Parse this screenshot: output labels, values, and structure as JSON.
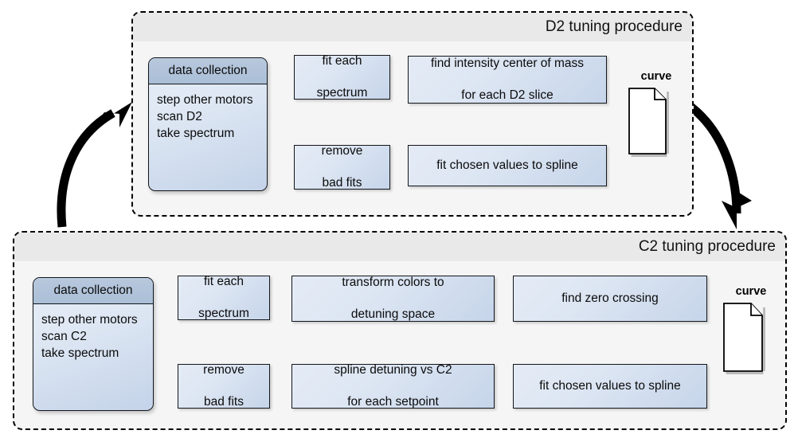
{
  "figure": {
    "type": "flowchart",
    "title": "Tuning procedures flow diagram",
    "colors": {
      "panel_background": "#f5f5f5",
      "panel_titlebar": "#e9e9e9",
      "panel_border": "#000000",
      "box_fill_light": "#e4ebf6",
      "box_fill_dark": "#c6d5ea",
      "box_border": "#13161a",
      "header_fill": "#aabfd7",
      "arrow": "#000000",
      "document_fill": "#ffffff"
    }
  },
  "panels": [
    {
      "id": "d2",
      "title": "D2 tuning procedure",
      "data_collection": {
        "header": "data collection",
        "steps": [
          "step other motors",
          "scan D2",
          "take spectrum"
        ]
      },
      "boxes": [
        {
          "id": "d2-fit",
          "lines": [
            "fit each",
            "spectrum"
          ]
        },
        {
          "id": "d2-remove",
          "lines": [
            "remove",
            "bad fits"
          ]
        },
        {
          "id": "d2-com",
          "lines": [
            "find intensity center of mass",
            "for each D2 slice"
          ]
        },
        {
          "id": "d2-spline",
          "lines": [
            "fit chosen values to spline"
          ]
        }
      ],
      "output": {
        "label": "curve",
        "icon": "document-icon"
      }
    },
    {
      "id": "c2",
      "title": "C2 tuning procedure",
      "data_collection": {
        "header": "data collection",
        "steps": [
          "step other motors",
          "scan C2",
          "take spectrum"
        ]
      },
      "boxes": [
        {
          "id": "c2-fit",
          "lines": [
            "fit each",
            "spectrum"
          ]
        },
        {
          "id": "c2-remove",
          "lines": [
            "remove",
            "bad fits"
          ]
        },
        {
          "id": "c2-transform",
          "lines": [
            "transform colors to",
            "detuning space"
          ]
        },
        {
          "id": "c2-spline-det",
          "lines": [
            "spline detuning vs C2",
            "for each setpoint"
          ]
        },
        {
          "id": "c2-zero",
          "lines": [
            "find zero crossing"
          ]
        },
        {
          "id": "c2-spline",
          "lines": [
            "fit chosen values to spline"
          ]
        }
      ],
      "output": {
        "label": "curve",
        "icon": "document-icon"
      }
    }
  ],
  "connectors": {
    "d2_to_c2": "thick-curved-arrow-down-right",
    "c2_to_d2": "thick-curved-arrow-up-right"
  }
}
